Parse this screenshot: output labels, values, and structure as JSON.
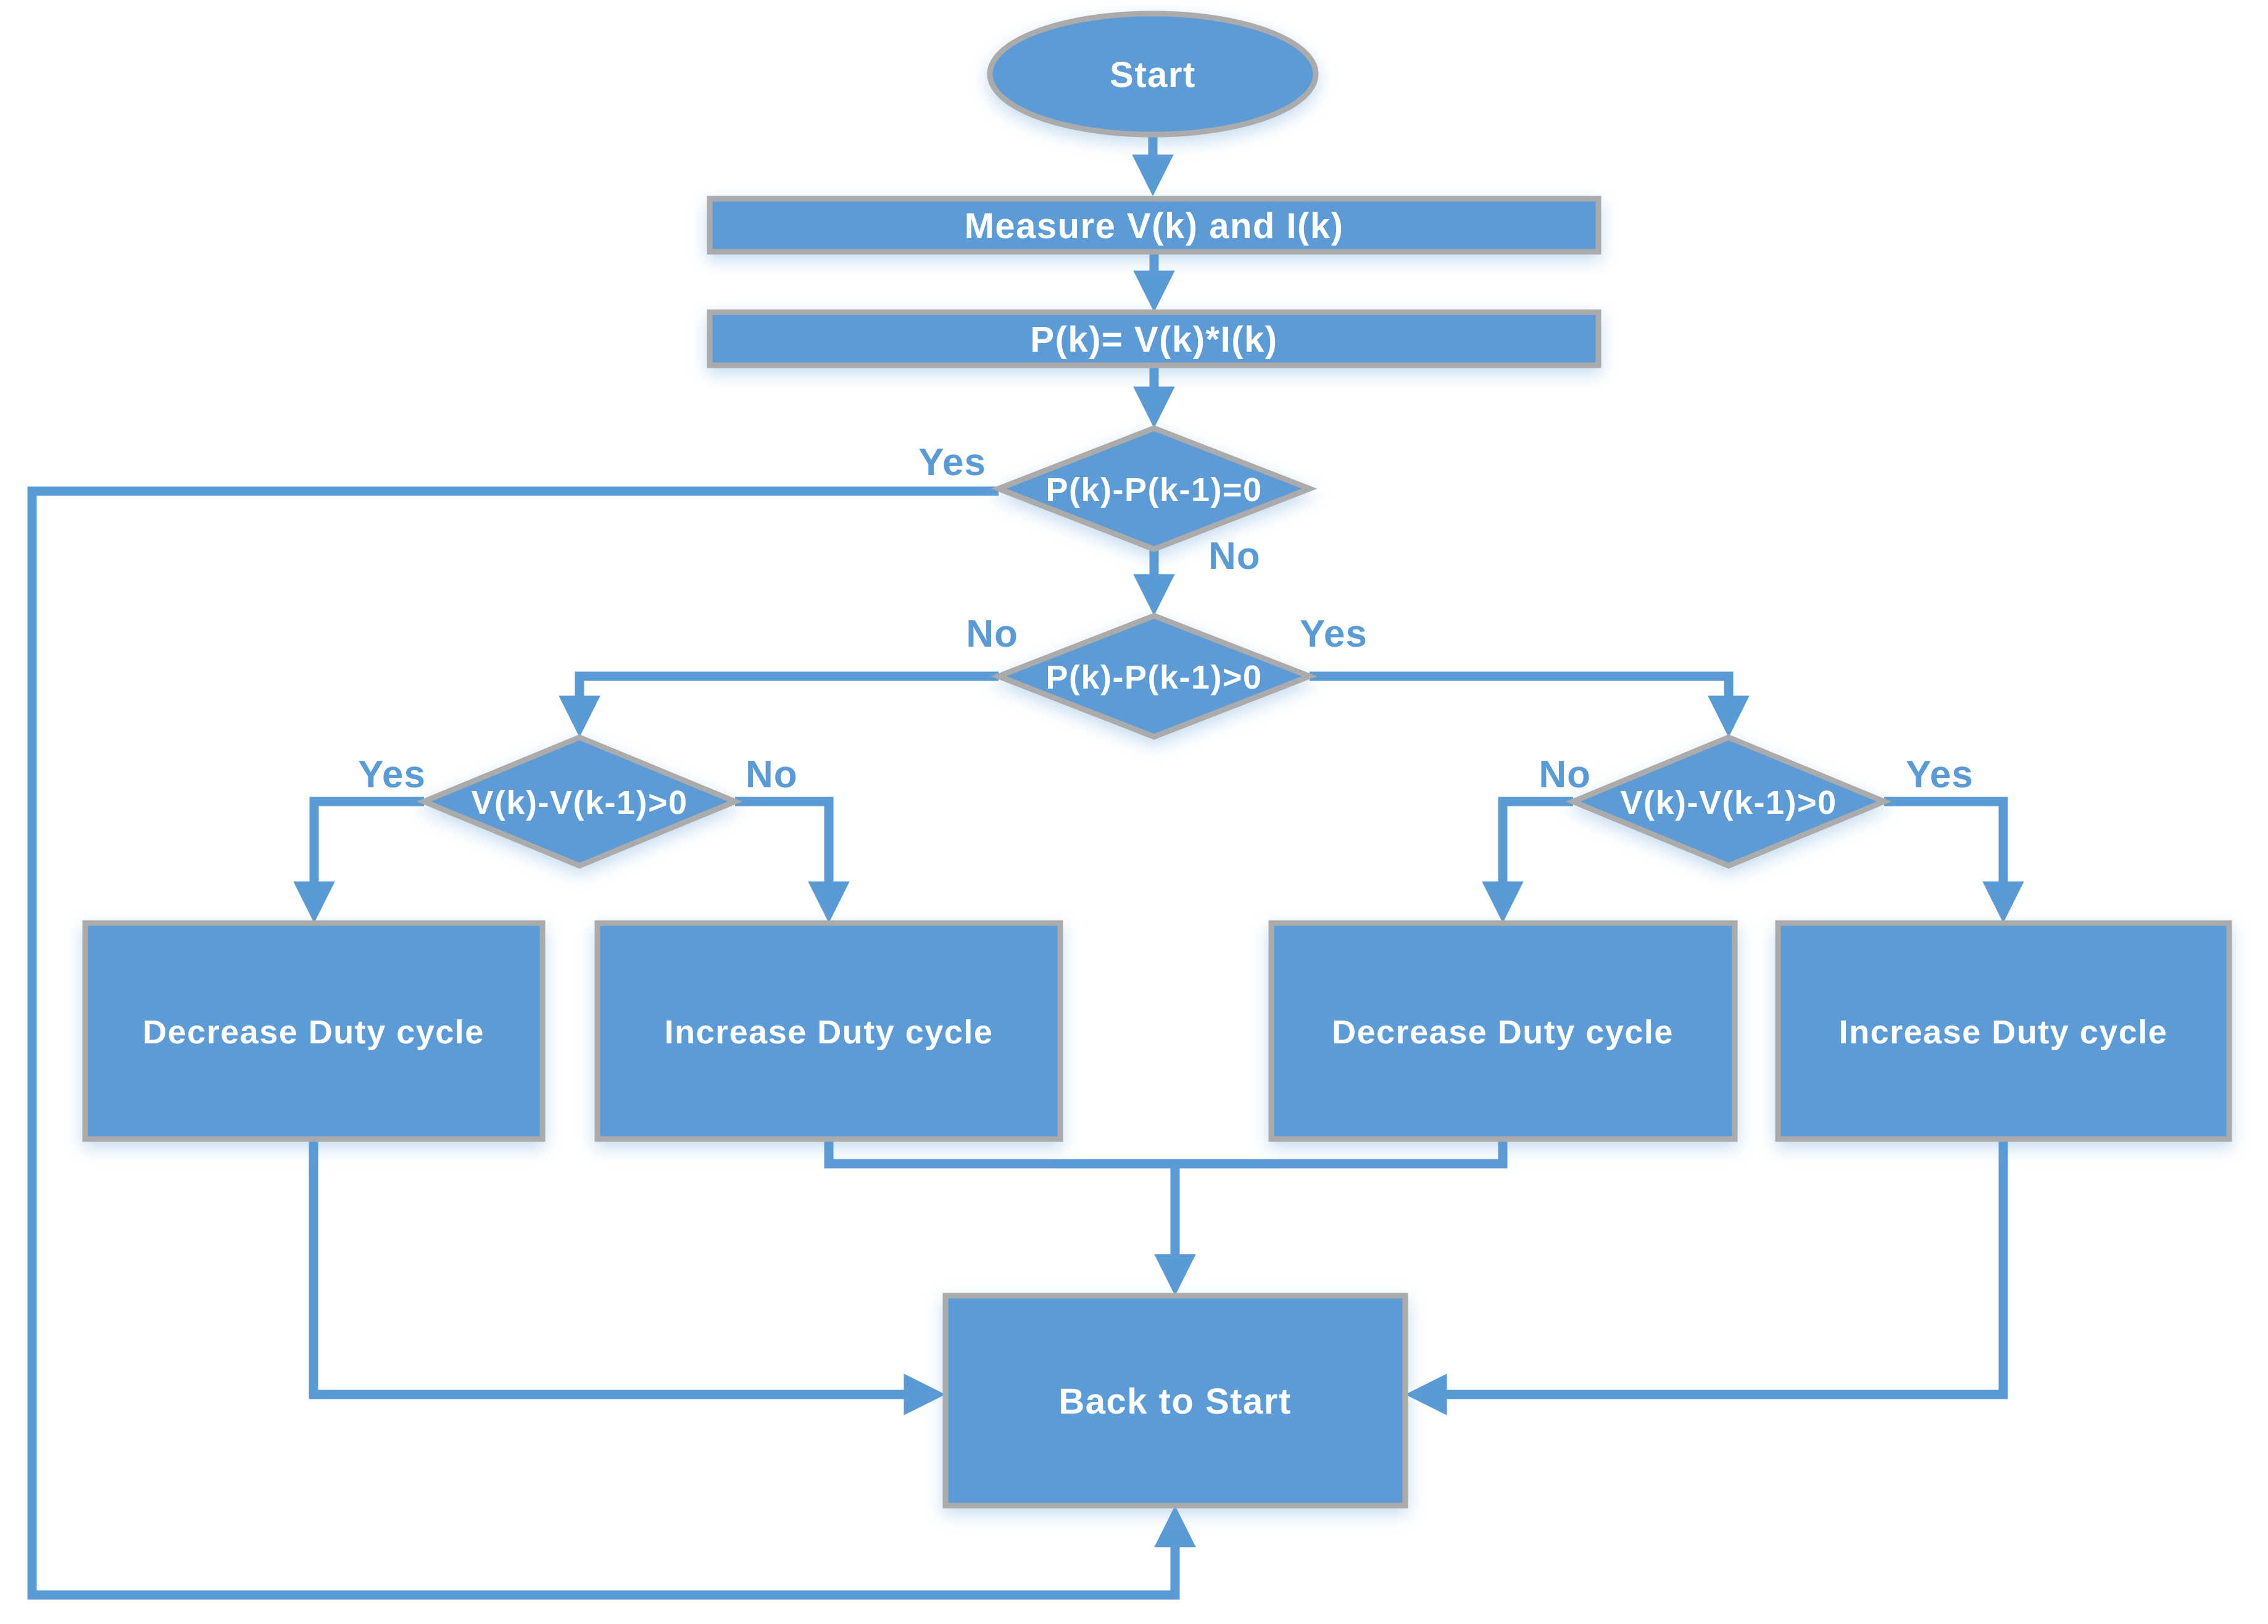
{
  "diagram": {
    "type": "flowchart",
    "nodes": {
      "start": {
        "type": "terminator",
        "label": "Start"
      },
      "measure": {
        "type": "process",
        "label": "Measure V(k) and I(k)"
      },
      "compute_power": {
        "type": "process",
        "label": "P(k)= V(k)*I(k)"
      },
      "power_equal": {
        "type": "decision",
        "label": "P(k)-P(k-1)=0"
      },
      "power_positive": {
        "type": "decision",
        "label": "P(k)-P(k-1)>0"
      },
      "voltage_left": {
        "type": "decision",
        "label": "V(k)-V(k-1)>0"
      },
      "voltage_right": {
        "type": "decision",
        "label": "V(k)-V(k-1)>0"
      },
      "decrease_left": {
        "type": "process",
        "label": "Decrease Duty cycle"
      },
      "increase_left": {
        "type": "process",
        "label": "Increase Duty cycle"
      },
      "decrease_right": {
        "type": "process",
        "label": "Decrease Duty cycle"
      },
      "increase_right": {
        "type": "process",
        "label": "Increase Duty cycle"
      },
      "back_to_start": {
        "type": "process",
        "label": "Back to Start"
      }
    },
    "edge_labels": {
      "power_equal_yes": "Yes",
      "power_equal_no": "No",
      "power_positive_no": "No",
      "power_positive_yes": "Yes",
      "voltage_left_yes": "Yes",
      "voltage_left_no": "No",
      "voltage_right_no": "No",
      "voltage_right_yes": "Yes"
    },
    "colors": {
      "shape_fill": "#5b9bd5",
      "shape_border": "#ababab",
      "connector": "#5b9bd5",
      "shape_text": "#ffffff",
      "edge_label": "#5b9bd5",
      "background": "#ffffff"
    }
  }
}
